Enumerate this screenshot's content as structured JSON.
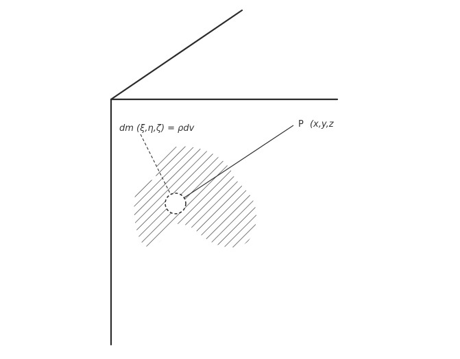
{
  "diagram": {
    "labels": {
      "mass_element": "dm (ξ,η,ζ) = ρdv",
      "field_point_prefix": "P",
      "field_point_coords": "(x,y,z"
    },
    "colors": {
      "lines": "#2b2b2b",
      "hatch": "#333333",
      "background": "#ffffff"
    }
  }
}
